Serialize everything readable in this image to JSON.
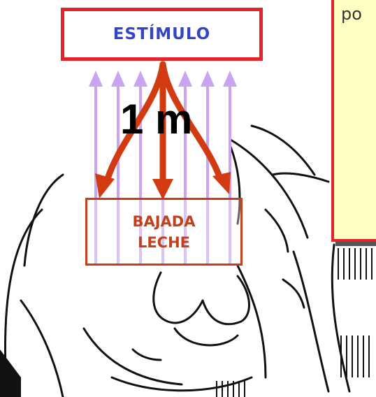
{
  "diagram": {
    "stimulus_label": "ESTÍMULO",
    "time_label": "1 m",
    "milk_label_line1": "BAJADA",
    "milk_label_line2": "LECHE",
    "note_text_fragment": "po"
  },
  "colors": {
    "stimulus_border": "#e4232a",
    "stimulus_text": "#3344cc",
    "milk_box": "#c2401b",
    "arrows": "#d23a12",
    "upward_arrows": "#c9a4f0",
    "note_background": "#ffffc4",
    "note_border": "#e4232a"
  },
  "icons": {
    "background": "cartoon-illustration",
    "arrow_set_down": "red-curved-arrows-icon",
    "arrow_set_up": "purple-up-arrows-icon"
  }
}
